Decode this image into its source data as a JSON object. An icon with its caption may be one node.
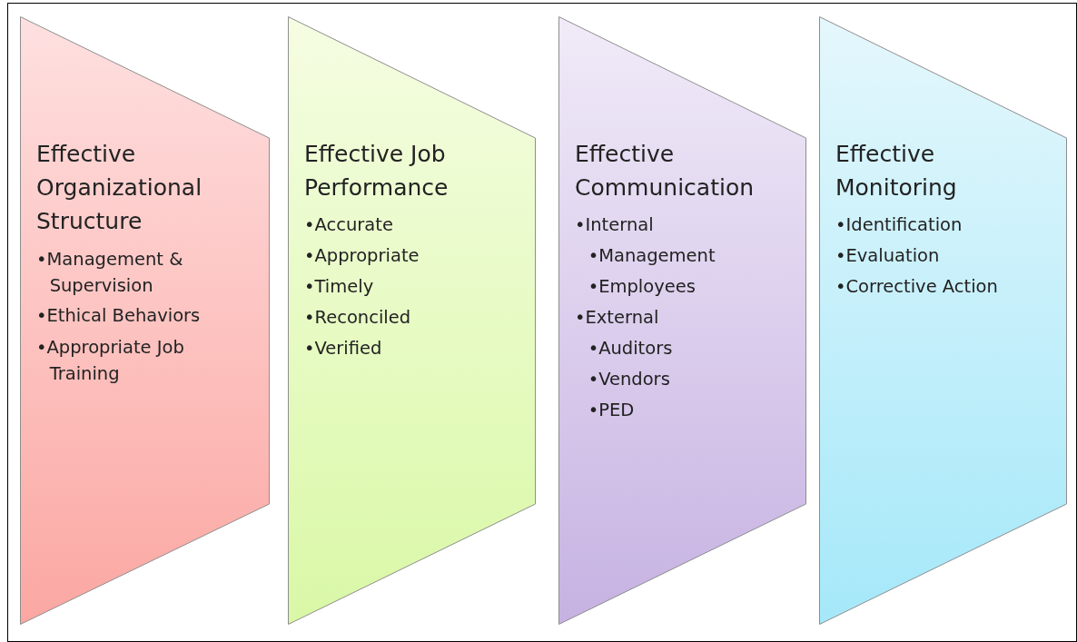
{
  "diagram": {
    "nodes": [
      {
        "text": [
          "Effective Organizational Structure",
          "•Management & Supervision",
          "•Ethical Behaviors",
          "•Appropriate Job Training"
        ]
      },
      {
        "text": [
          "Effective Job Performance",
          "•Accurate",
          "•Appropriate",
          "•Timely",
          "•Reconciled",
          "•Verified"
        ]
      },
      {
        "text": [
          "Effective Communication",
          "•Internal",
          "•Management",
          "•Employees",
          "•External",
          "•Auditors",
          "•Vendors",
          "•PED"
        ]
      },
      {
        "text": [
          "Effective Monitoring",
          "•Identification",
          "•Evaluation",
          "•Corrective Action"
        ]
      }
    ]
  }
}
